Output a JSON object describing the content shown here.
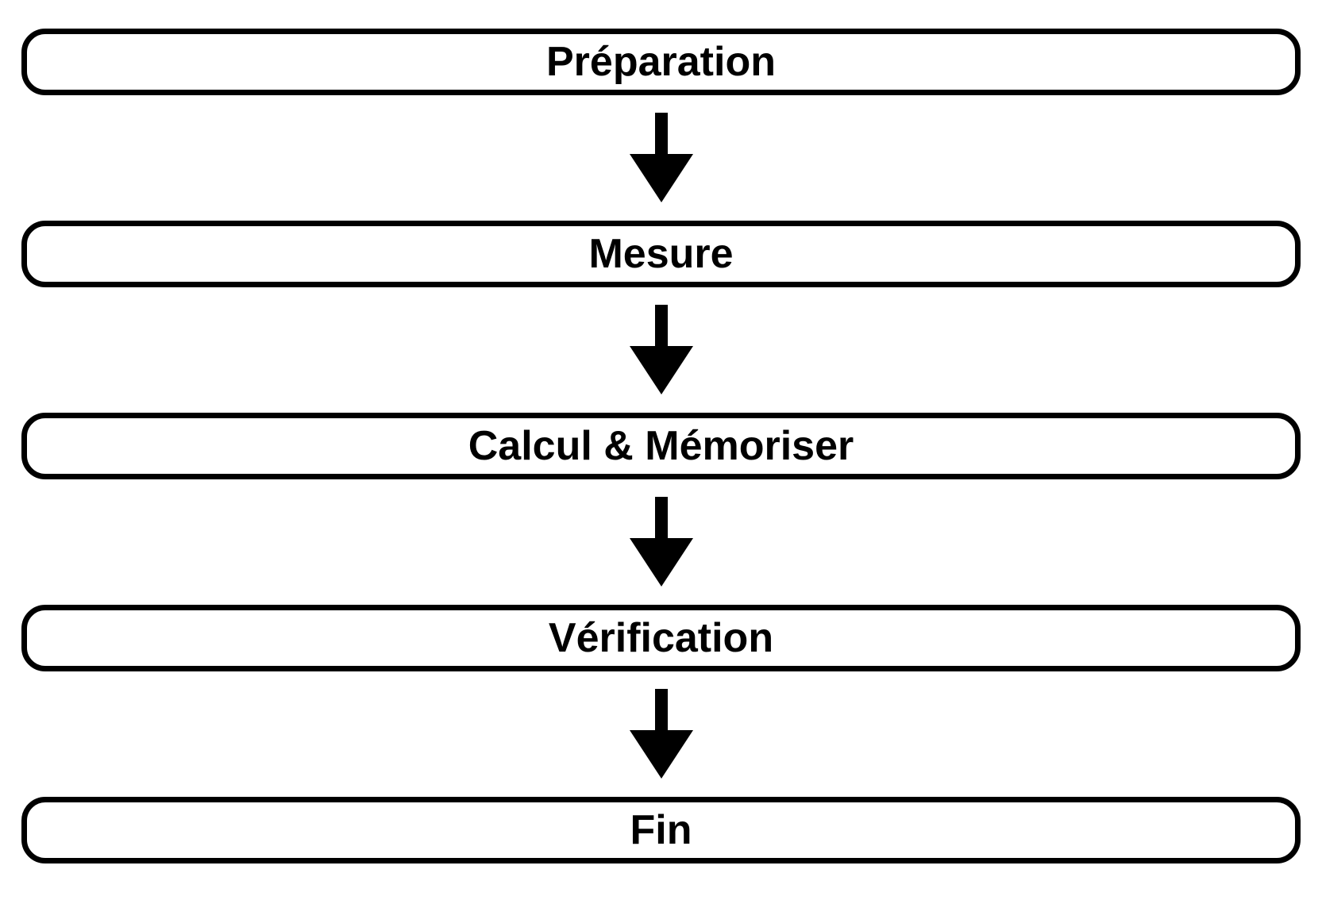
{
  "diagram": {
    "type": "flowchart",
    "direction": "top-down",
    "connector": "down-arrow",
    "steps": [
      {
        "id": "preparation",
        "label": "Préparation"
      },
      {
        "id": "mesure",
        "label": "Mesure"
      },
      {
        "id": "calcul-memoriser",
        "label": "Calcul & Mémoriser"
      },
      {
        "id": "verification",
        "label": "Vérification"
      },
      {
        "id": "fin",
        "label": "Fin"
      }
    ],
    "colors": {
      "background": "#ffffff",
      "box_fill": "#ffffff",
      "box_border": "#000000",
      "text": "#000000",
      "arrow": "#000000"
    }
  }
}
